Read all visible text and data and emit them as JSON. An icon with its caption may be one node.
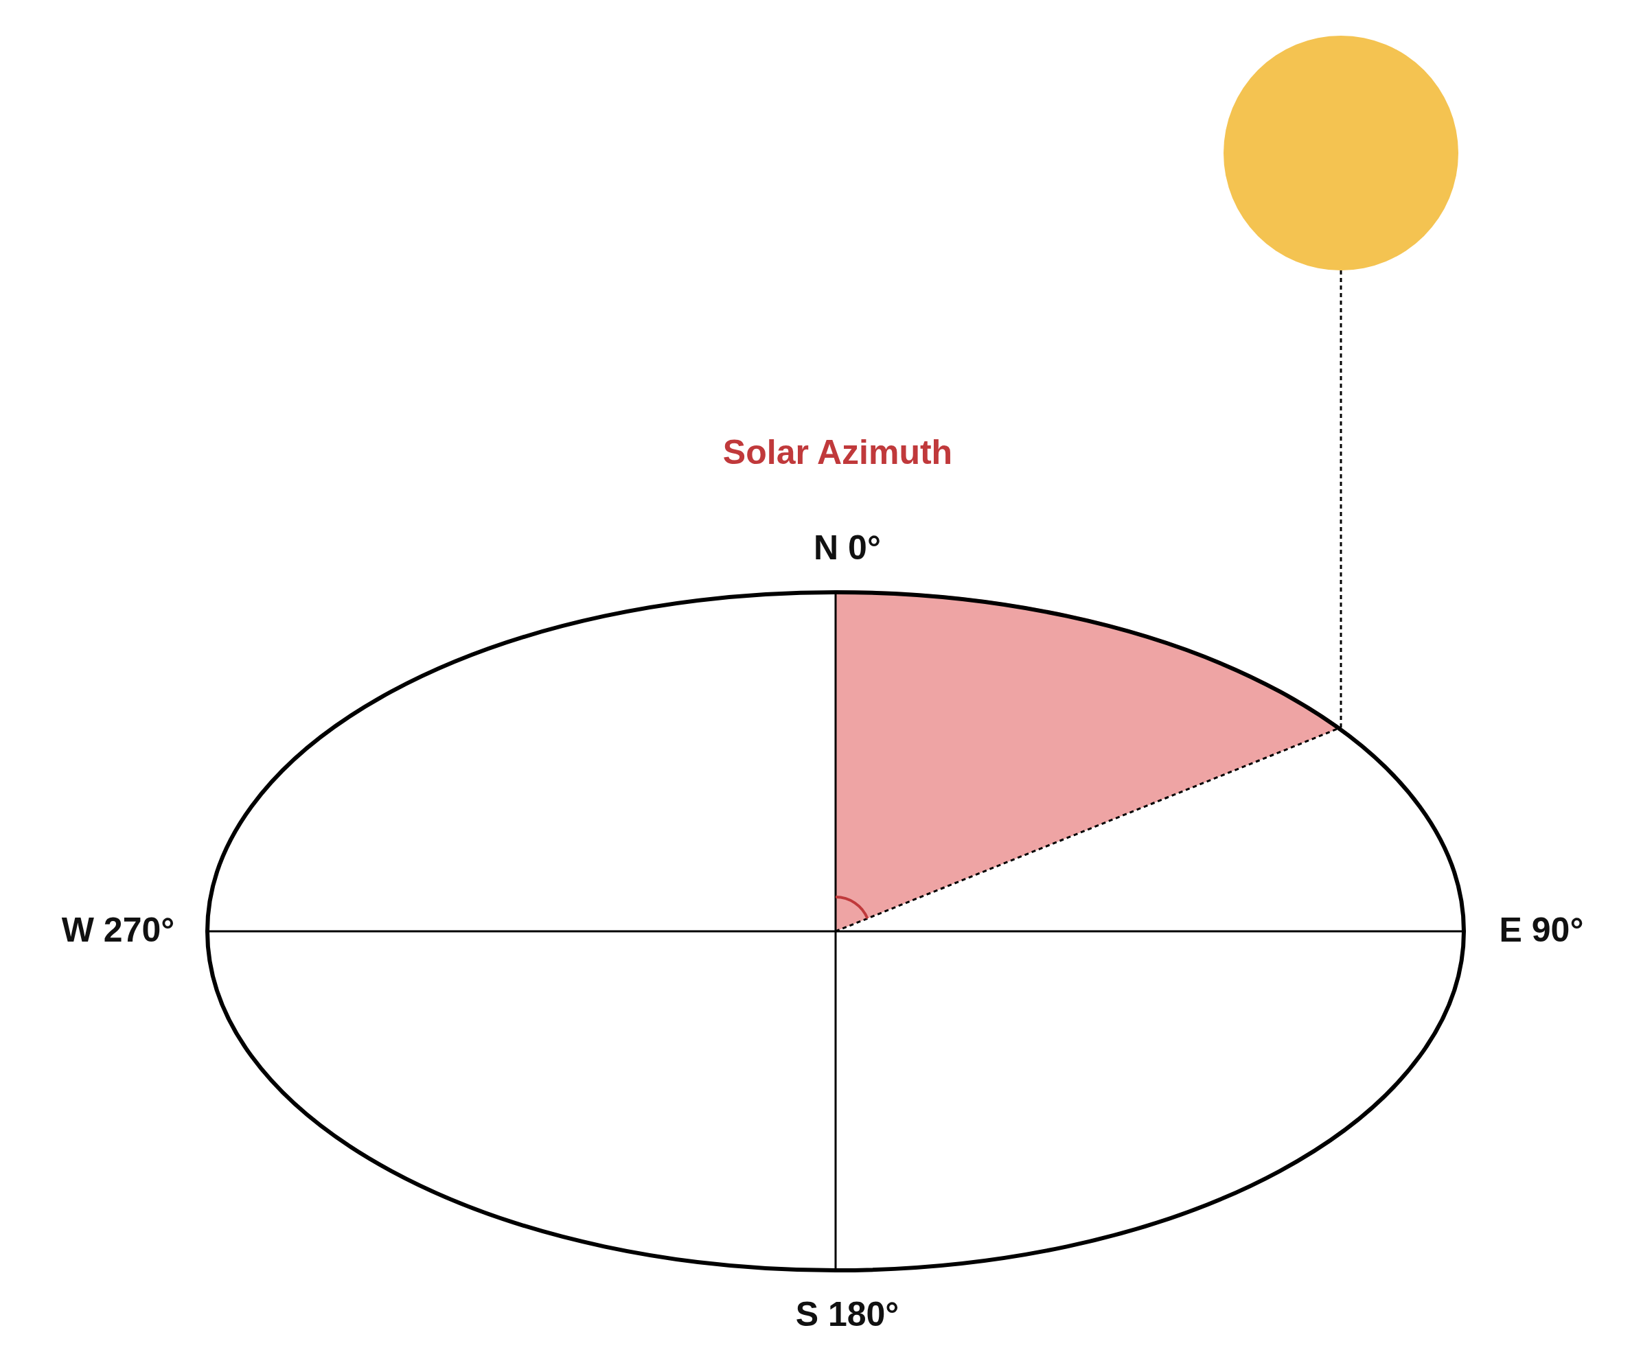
{
  "diagram": {
    "title": "Solar Azimuth",
    "nodes": [
      {
        "text": [],
        "shape": "circle"
      },
      {
        "text": [],
        "shape": "ellipse"
      }
    ],
    "edges": [
      {
        "from": 0,
        "to": 1,
        "arrow": "none",
        "style": "dashed"
      }
    ],
    "labels": [
      "N 0°",
      "W 270°",
      "E 90°",
      "S 180°"
    ]
  }
}
